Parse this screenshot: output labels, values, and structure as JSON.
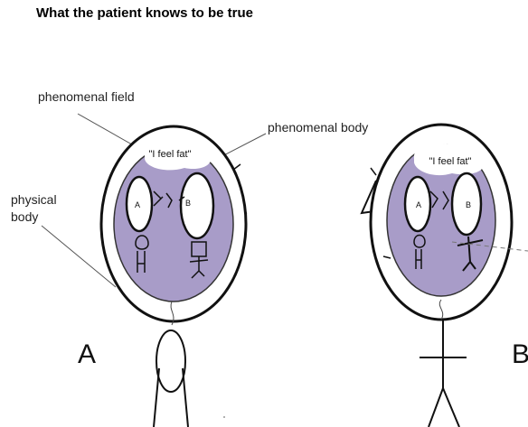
{
  "title": "What the patient knows to be true",
  "labels": {
    "phenomenal_field": "phenomenal field",
    "phenomenal_body": "phenomenal body",
    "physical_body_line1": "physical",
    "physical_body_line2": "body"
  },
  "figure_a": {
    "caption": "A",
    "thought": "\"I feel fat\"",
    "inner_a": "A",
    "inner_b": "B"
  },
  "figure_b": {
    "caption": "B",
    "thought": "\"I feel fat\"",
    "inner_a": "A",
    "inner_b": "B"
  },
  "colors": {
    "phenomenal_field_fill": "#a89cc8",
    "outline": "#111111"
  }
}
